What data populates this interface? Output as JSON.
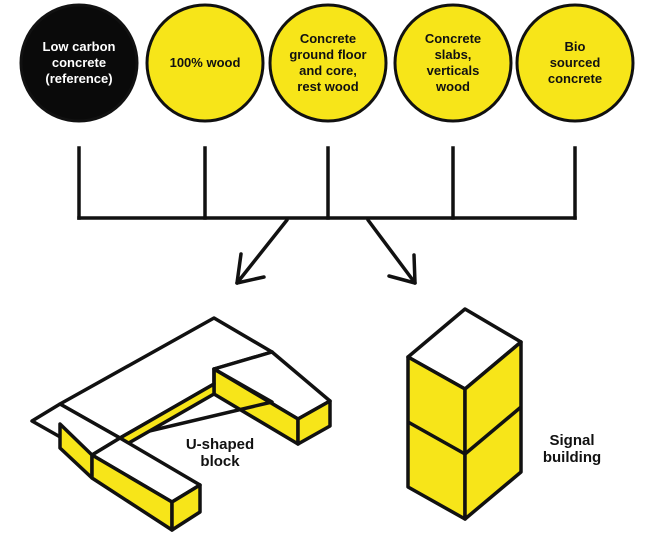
{
  "colors": {
    "yellow": "#f7e519",
    "black": "#0a0a0a",
    "white": "#ffffff",
    "stroke": "#111111"
  },
  "options": [
    {
      "label": "Low carbon\nconcrete\n(reference)",
      "style": "black"
    },
    {
      "label": "100% wood",
      "style": "yellow"
    },
    {
      "label": "Concrete\nground floor\nand core,\nrest wood",
      "style": "yellow"
    },
    {
      "label": "Concrete\nslabs,\nverticals\nwood",
      "style": "yellow"
    },
    {
      "label": "Bio\nsourced\nconcrete",
      "style": "yellow"
    }
  ],
  "buildings": {
    "u_shaped": {
      "label": "U-shaped\nblock"
    },
    "signal": {
      "label": "Signal\nbuilding"
    }
  }
}
